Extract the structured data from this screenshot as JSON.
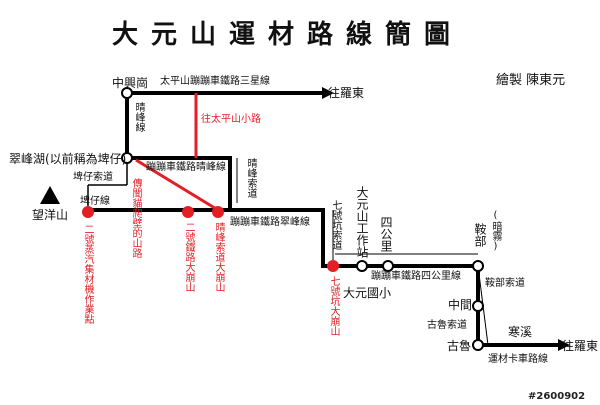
{
  "title": "大元山運材路線簡圖",
  "credit": "繪製  陳東元",
  "watermark": "#2600902",
  "colors": {
    "line": "#000000",
    "red_line": "#e31e24",
    "red_dot": "#e31e24",
    "station_dot": "#ffffff"
  },
  "labels": {
    "zhongxinggang": "中興崗",
    "taipingshan_line": "太平山蹦蹦車鐵路三星線",
    "to_luodong_top": "往羅東",
    "qingfeng_line_v": "晴峰線",
    "to_taipingshan_road": "往太平山小路",
    "cuifenghu": "翠峰湖(以前稱為埤仔)",
    "bengbeng_qingfeng": "蹦蹦車鐵路晴峰線",
    "qingfeng_cableway": "晴峰索道",
    "bizai_cableway": "埤仔索道",
    "bizai_line": "埤仔線",
    "wangyangshan": "望洋山",
    "bengbeng_cuifeng": "蹦蹦車鐵路翠峰線",
    "qihao_cableway": "七號坑索道",
    "dayuanshan_station": "大元山工作站",
    "sigongli": "四公里",
    "anbu": "鞍部",
    "anbu_note": "(暗霧)",
    "bengbeng_sigongli": "蹦蹦車鐵路四公里線",
    "dayuan_school": "大元國小",
    "anbu_cableway": "鞍部索道",
    "zhongjian": "中間",
    "gulu_cableway": "古魯索道",
    "hanxi": "寒溪",
    "gulu": "古魯",
    "to_luodong_bottom": "往羅東",
    "transport_line": "運材卡車路線",
    "red_erhao_steam": "二號蒸汽集材機作業點",
    "red_legend_slope": "傳聞貓爬壁的山路",
    "red_erhao_rail": "二號鐵路大崩山",
    "red_qingfeng_collapse": "晴峰索道大崩山",
    "red_qihao_collapse": "七號坑大崩山"
  }
}
